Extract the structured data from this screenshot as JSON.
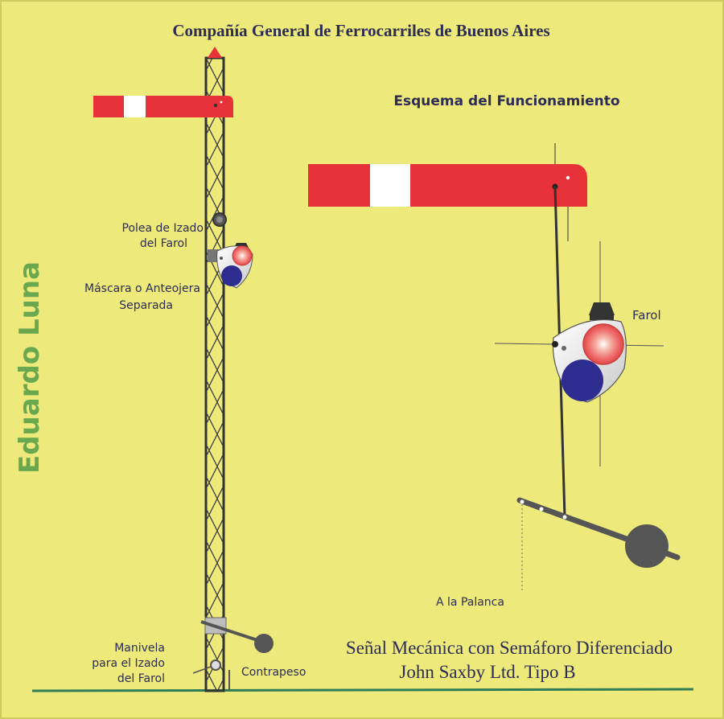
{
  "header": {
    "company": "Compañía General de Ferrocarriles de Buenos Aires",
    "scheme_title": "Esquema del Funcionamiento"
  },
  "author": "Eduardo Luna",
  "labels": {
    "pulley": [
      "Polea de Izado",
      "del Farol"
    ],
    "mask": [
      "Máscara o Anteojera",
      "Separada"
    ],
    "crank": [
      "Manivela",
      "para el Izado",
      "del Farol"
    ],
    "counterweight": "Contrapeso",
    "lamp": "Farol",
    "to_lever": "A la Palanca"
  },
  "caption": {
    "line1": "Señal Mecánica con Semáforo Diferenciado",
    "line2": "John Saxby Ltd. Tipo B"
  },
  "colors": {
    "background": "#ede97b",
    "arm_red": "#e8323a",
    "arm_white": "#ffffff",
    "lens_red": "#f08a8a",
    "lens_blue": "#2e2d8f",
    "mast": "#333333",
    "ground_line": "#2e7d57",
    "author_green": "#6aa84f"
  }
}
